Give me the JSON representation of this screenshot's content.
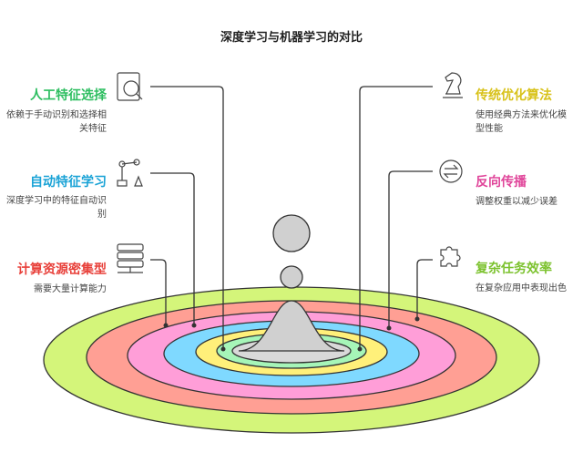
{
  "title": "深度学习与机器学习的对比",
  "left": [
    {
      "title": "人工特征选择",
      "desc": "依赖于手动识别和选择相关特征",
      "color": "#2dbe60",
      "icon": "user-search-icon"
    },
    {
      "title": "自动特征学习",
      "desc": "深度学习中的特征自动识别",
      "color": "#1aa3d6",
      "icon": "robot-arm-icon"
    },
    {
      "title": "计算资源密集型",
      "desc": "需要大量计算能力",
      "color": "#e8403a",
      "icon": "server-icon"
    }
  ],
  "right": [
    {
      "title": "传统优化算法",
      "desc": "使用经典方法来优化模型性能",
      "color": "#d8c21a",
      "icon": "chess-knight-icon"
    },
    {
      "title": "反向传播",
      "desc": "调整权重以减少误差",
      "color": "#e0459a",
      "icon": "exchange-arrows-icon"
    },
    {
      "title": "复杂任务效率",
      "desc": "在复杂应用中表现出色",
      "color": "#7cc22e",
      "icon": "puzzle-icon"
    }
  ],
  "rings": [
    "#d4f57a",
    "#ff9f94",
    "#ff9ed8",
    "#7fd9ff",
    "#fff07a",
    "#a6f5b8"
  ]
}
